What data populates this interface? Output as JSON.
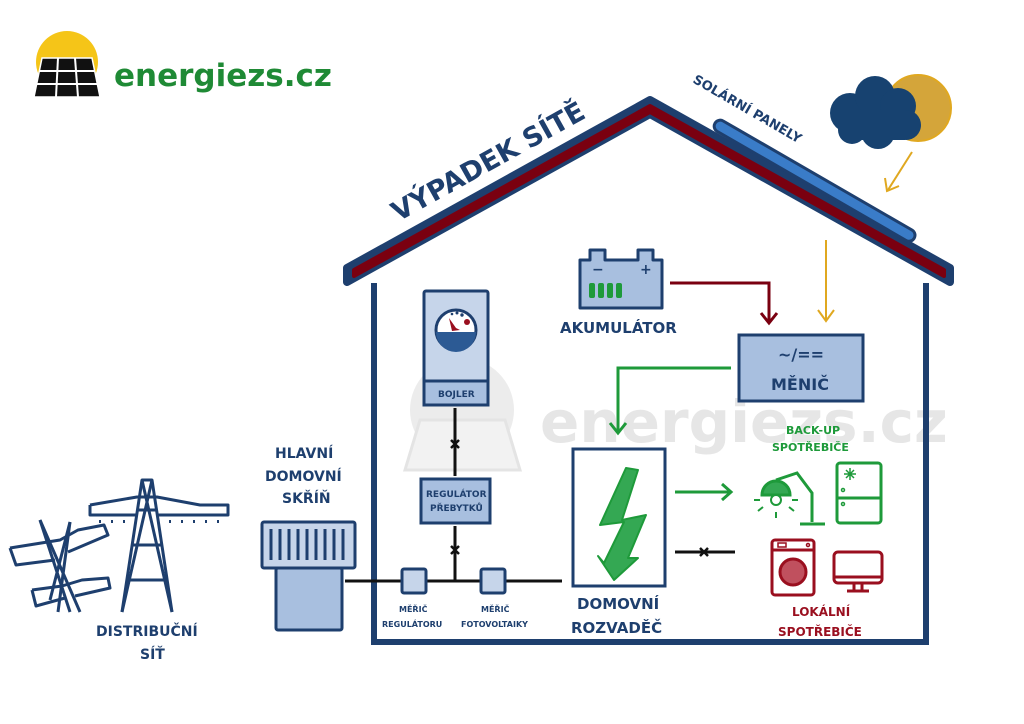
{
  "logo": {
    "text": "energiezs.cz"
  },
  "watermark": {
    "text": "energiezs.cz"
  },
  "title": "VÝPADEK SÍTĚ",
  "colors": {
    "navy": "#1e3f6e",
    "roof_red": "#7a0010",
    "box_fill": "#a8bfdf",
    "box_fill_light": "#c6d5ea",
    "panel_blue": "#3a7cc8",
    "sun": "#d4a53a",
    "cloud": "#174270",
    "green": "#1e9a3a",
    "red": "#9a0f1f",
    "logo_green": "#1f8a35",
    "logo_sun": "#f5c518"
  },
  "labels": {
    "solar_panels": "SOLÁRNÍ PANELY",
    "accumulator": "AKUMULÁTOR",
    "inverter": "MĚNIČ",
    "inverter_symbol": "~/==",
    "boiler": "BOJLER",
    "surplus_regulator_1": "REGULÁTOR",
    "surplus_regulator_2": "PŘEBYTKŮ",
    "main_box_1": "HLAVNÍ",
    "main_box_2": "DOMOVNÍ",
    "main_box_3": "SKŘÍŇ",
    "meter_regulator_1": "MĚŘIČ",
    "meter_regulator_2": "REGULÁTORU",
    "meter_pv_1": "MĚŘIČ",
    "meter_pv_2": "FOTOVOLTAIKY",
    "switchboard_1": "DOMOVNÍ",
    "switchboard_2": "ROZVADĚČ",
    "backup_1": "BACK-UP",
    "backup_2": "SPOTŘEBIČE",
    "local_1": "LOKÁLNÍ",
    "local_2": "SPOTŘEBIČE",
    "grid_1": "DISTRIBUČNÍ",
    "grid_2": "SÍŤ",
    "battery_minus": "−",
    "battery_plus": "+"
  }
}
